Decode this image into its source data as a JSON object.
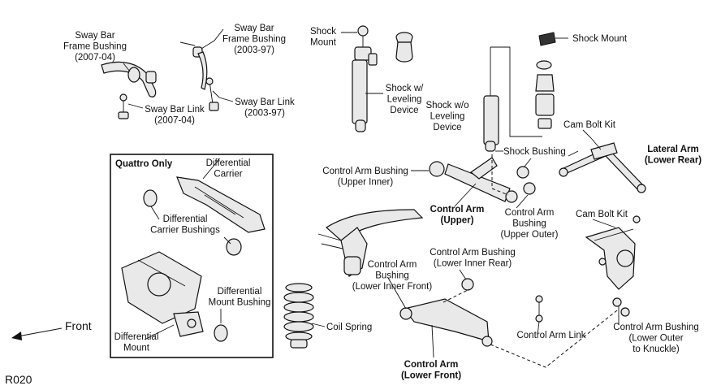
{
  "diagram": {
    "code": "R020",
    "direction_label": "Front",
    "quattro_box_title": "Quattro Only",
    "labels": {
      "sway_bar_frame_bushing_2007": [
        "Sway Bar",
        "Frame Bushing",
        "(2007-04)"
      ],
      "sway_bar_frame_bushing_2003": [
        "Sway Bar",
        "Frame Bushing",
        "(2003-97)"
      ],
      "sway_bar_link_2007": [
        "Sway Bar Link",
        "(2007-04)"
      ],
      "sway_bar_link_2003": [
        "Sway Bar Link",
        "(2003-97)"
      ],
      "shock_mount_left": [
        "Shock",
        "Mount"
      ],
      "shock_with_leveling": [
        "Shock w/",
        "Leveling",
        "Device"
      ],
      "shock_without_leveling": [
        "Shock w/o",
        "Leveling",
        "Device"
      ],
      "shock_mount_right": [
        "Shock Mount"
      ],
      "shock_bushing": [
        "Shock Bushing"
      ],
      "cam_bolt_kit_top": [
        "Cam Bolt Kit"
      ],
      "lateral_arm": [
        "Lateral Arm",
        "(Lower Rear)"
      ],
      "control_arm_bushing_upper_inner": [
        "Control Arm Bushing",
        "(Upper Inner)"
      ],
      "control_arm_upper": [
        "Control Arm",
        "(Upper)"
      ],
      "control_arm_bushing_upper_outer": [
        "Control Arm",
        "Bushing",
        "(Upper Outer)"
      ],
      "cam_bolt_kit_bottom": [
        "Cam Bolt Kit"
      ],
      "differential_carrier": [
        "Differential",
        "Carrier"
      ],
      "differential_carrier_bushings": [
        "Differential",
        "Carrier Bushings"
      ],
      "differential_mount_bushing": [
        "Differential",
        "Mount Bushing"
      ],
      "differential_mount": [
        "Differential",
        "Mount"
      ],
      "coil_spring": [
        "Coil Spring"
      ],
      "control_arm_bushing_lower_inner_front": [
        "Control Arm",
        "Bushing",
        "(Lower Inner Front)"
      ],
      "control_arm_bushing_lower_inner_rear": [
        "Control Arm Bushing",
        "(Lower Inner Rear)"
      ],
      "control_arm_link": [
        "Control Arm Link"
      ],
      "control_arm_bushing_lower_outer": [
        "Control Arm Bushing",
        "(Lower Outer",
        "to Knuckle)"
      ],
      "control_arm_lower_front": [
        "Control Arm",
        "(Lower Front)"
      ]
    }
  }
}
